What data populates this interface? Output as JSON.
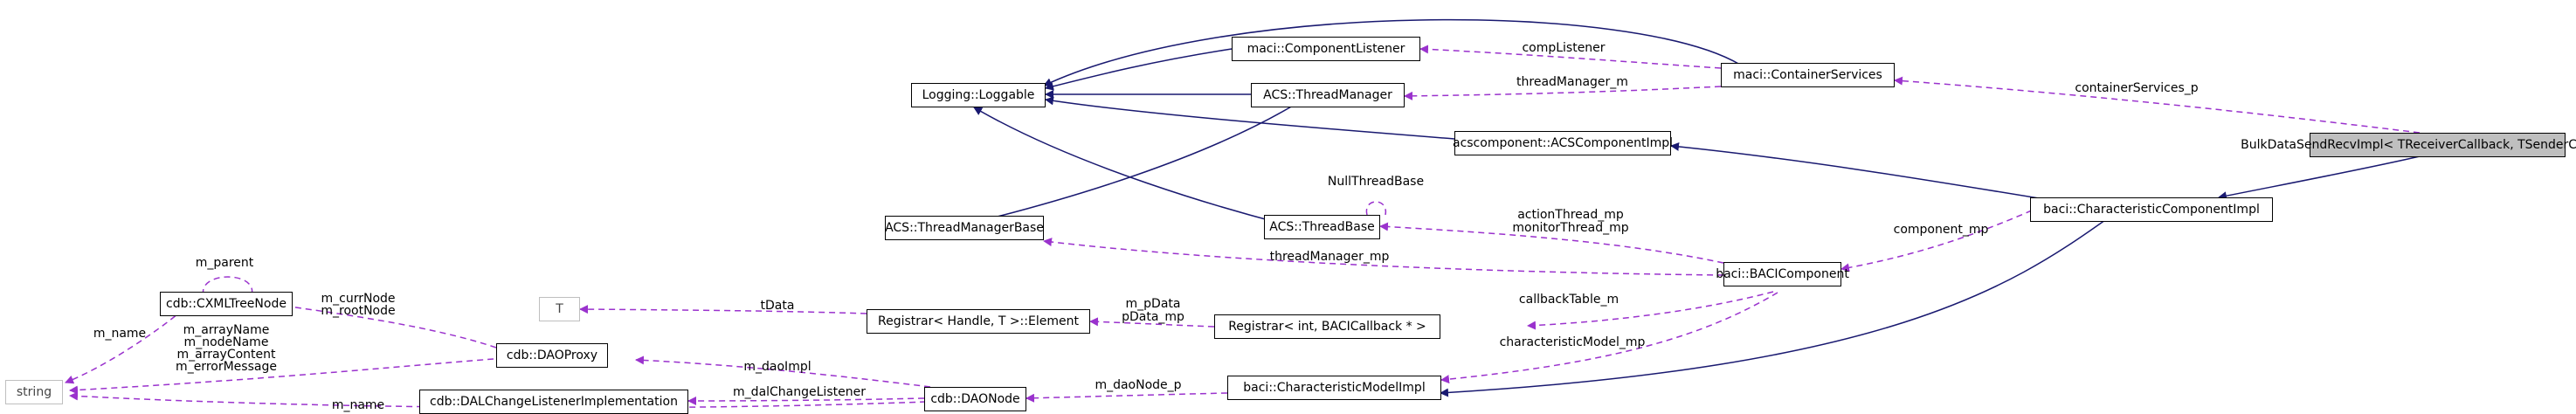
{
  "nodes": {
    "bulk": "BulkDataSendRecvImpl< TReceiverCallback, TSenderCallback >",
    "containerServices": "maci::ContainerServices",
    "componentListener": "maci::ComponentListener",
    "loggable": "Logging::Loggable",
    "threadManager": "ACS::ThreadManager",
    "acsComponentImpl": "acscomponent::ACSComponentImpl",
    "characteristicComponentImpl": "baci::CharacteristicComponentImpl",
    "threadManagerBase": "ACS::ThreadManagerBase",
    "threadBase": "ACS::ThreadBase",
    "baciComponent": "baci::BACIComponent",
    "cxmlTreeNode": "cdb::CXMLTreeNode",
    "t": "T",
    "registrarHandle": "Registrar< Handle, T >::Element",
    "registrarInt": "Registrar< int, BACICallback * >",
    "daoProxy": "cdb::DAOProxy",
    "string": "string",
    "dalChangeListener": "cdb::DALChangeListenerImplementation",
    "daoNode": "cdb::DAONode",
    "characteristicModelImpl": "baci::CharacteristicModelImpl"
  },
  "edge_labels": {
    "compListener": "compListener",
    "threadManager_m": "threadManager_m",
    "containerServices_p": "containerServices_p",
    "nullThreadBase": "NullThreadBase",
    "actionThread_mp": "actionThread_mp",
    "monitorThread_mp": "monitorThread_mp",
    "component_mp": "component_mp",
    "threadManager_mp": "threadManager_mp",
    "m_parent": "m_parent",
    "m_currNode": "m_currNode",
    "m_rootNode": "m_rootNode",
    "m_name_top": "m_name",
    "tData": "tData",
    "m_pData": "m_pData",
    "pData_mp": "pData_mp",
    "callbackTable_m": "callbackTable_m",
    "m_arrayName": "m_arrayName",
    "m_nodeName": "m_nodeName",
    "m_arrayContent": "m_arrayContent",
    "m_errorMessage": "m_errorMessage",
    "m_daoImpl": "m_daoImpl",
    "characteristicModel_mp": "characteristicModel_mp",
    "m_dalChangeListener": "m_dalChangeListener",
    "m_daoNode_p": "m_daoNode_p",
    "m_name_bottom": "m_name"
  },
  "colors": {
    "inheritance": "#191970",
    "usage": "#9a32cd",
    "focus_fill": "#bfbfbf",
    "gray_border": "#bfbfbf"
  }
}
